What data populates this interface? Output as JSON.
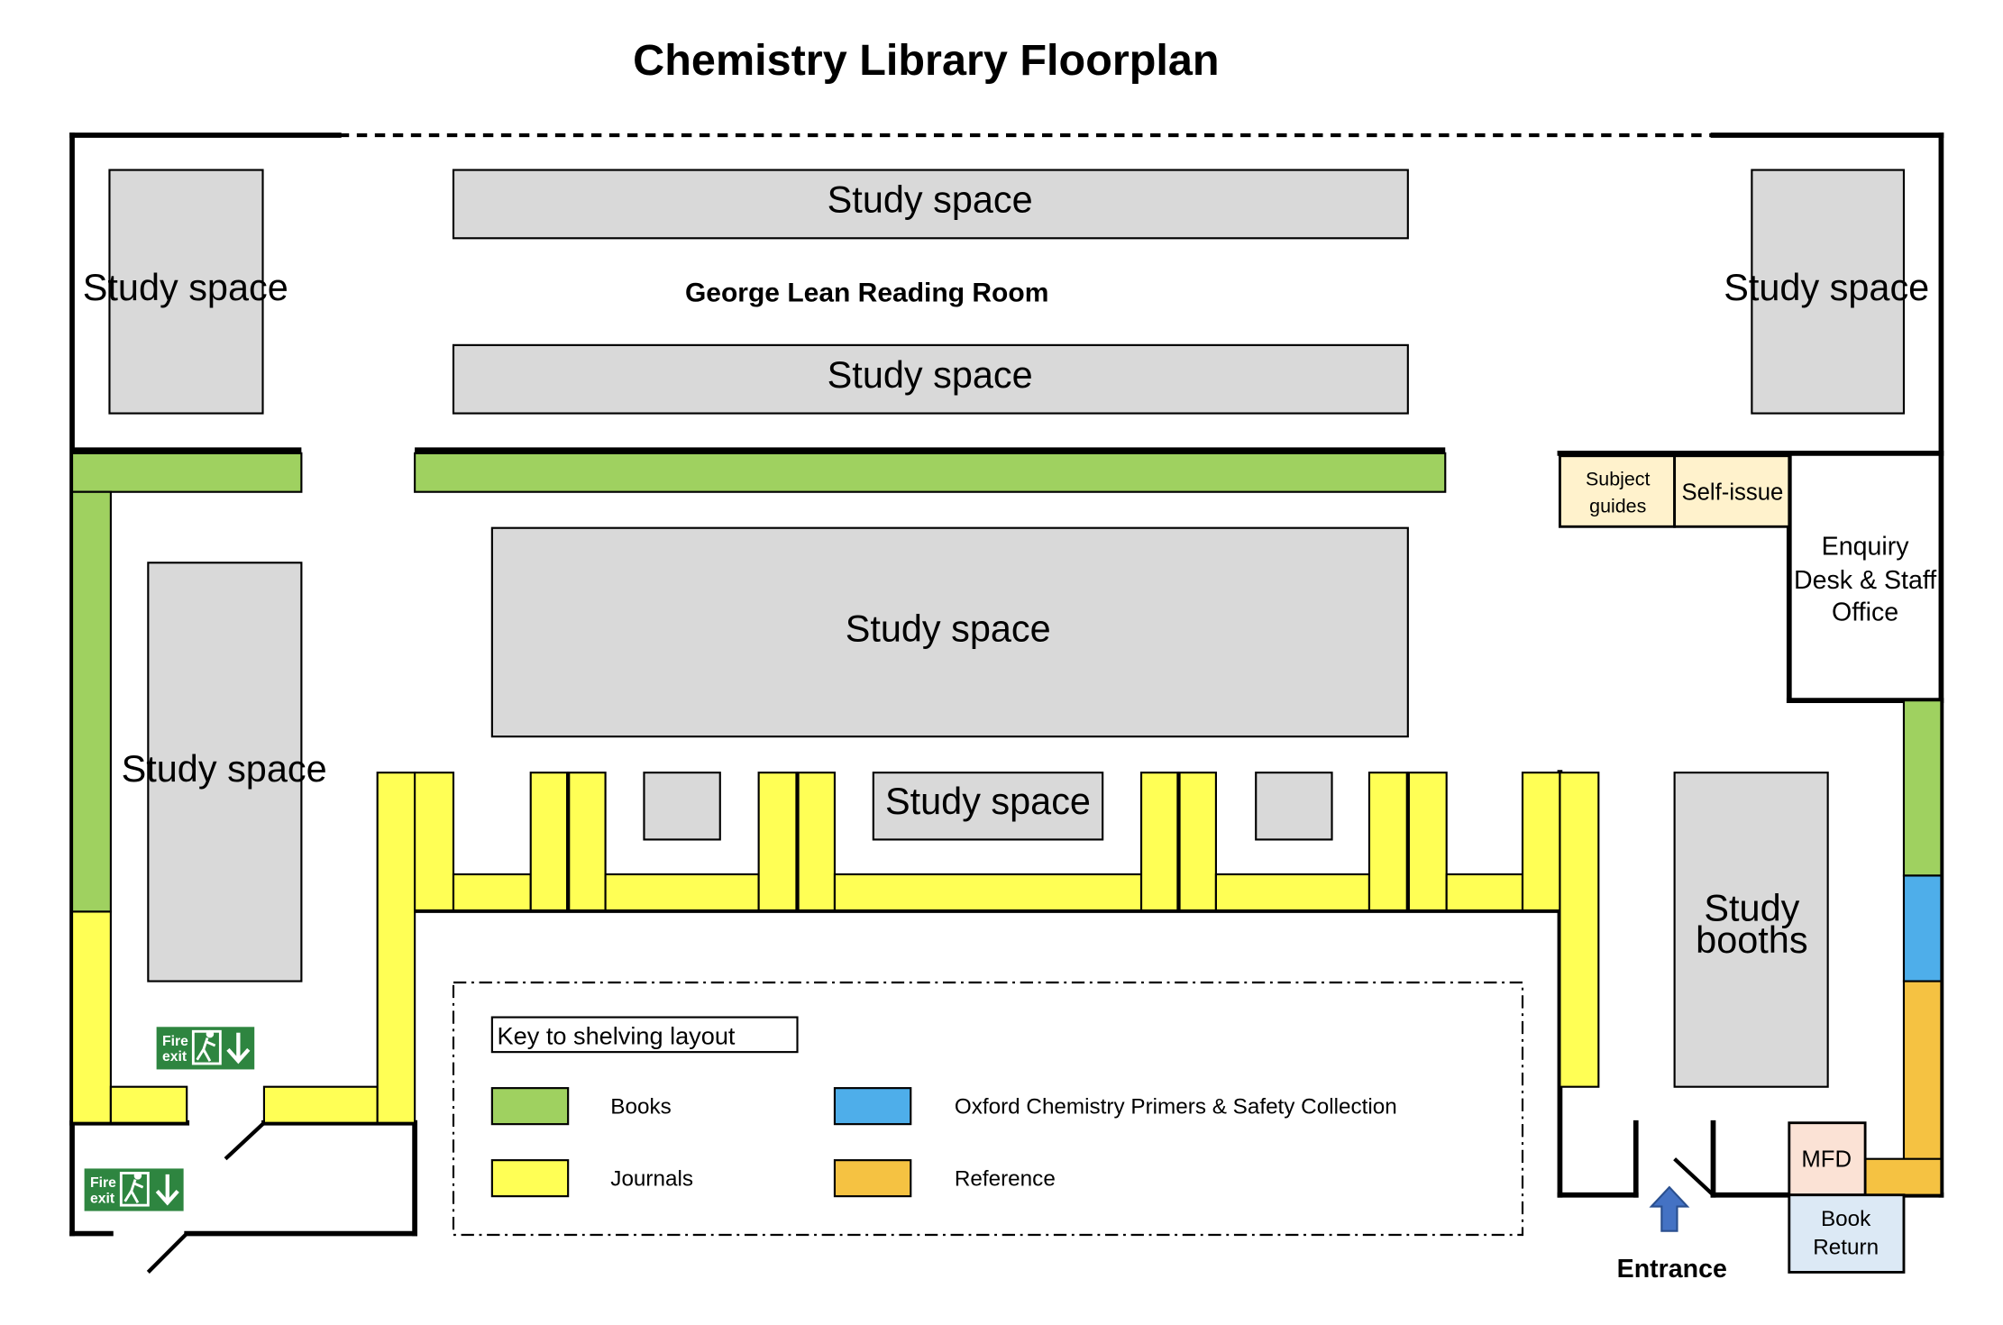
{
  "title": "Chemistry Library Floorplan",
  "reading_room": "George Lean Reading Room",
  "rooms": {
    "study_space": "Study space",
    "study_booths_line1": "Study",
    "study_booths_line2": "booths",
    "subject_guides_line1": "Subject",
    "subject_guides_line2": "guides",
    "self_issue": "Self-issue",
    "enquiry_line1": "Enquiry",
    "enquiry_line2": "Desk & Staff",
    "enquiry_line3": "Office",
    "mfd": "MFD",
    "book_return_line1": "Book",
    "book_return_line2": "Return"
  },
  "entrance": "Entrance",
  "fire_exit_line1": "Fire",
  "fire_exit_line2": "exit",
  "legend": {
    "title": "Key to shelving layout",
    "items": [
      {
        "label": "Books",
        "color": "#9fd160"
      },
      {
        "label": "Journals",
        "color": "#ffff55"
      },
      {
        "label": "Oxford Chemistry Primers & Safety Collection",
        "color": "#4eaeea"
      },
      {
        "label": "Reference",
        "color": "#f5c242"
      }
    ]
  },
  "colors": {
    "study": "#d9d9d9",
    "guides": "#fff2cc",
    "mfd": "#fbe2d5",
    "book_return": "#dce9f5",
    "arrow": "#4472c4",
    "fire_sign": "#2e8540"
  }
}
